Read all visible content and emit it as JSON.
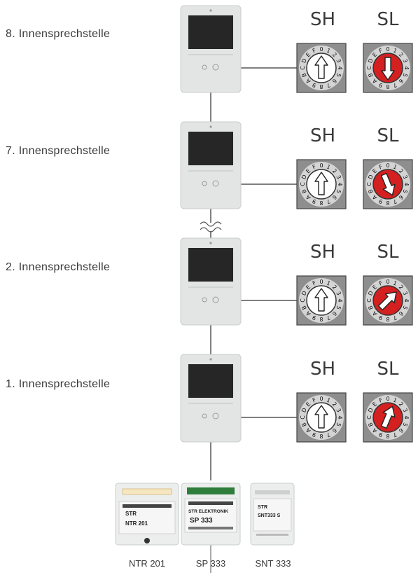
{
  "stations": [
    {
      "label": "8. Innensprechstelle",
      "sh": {
        "title": "SH",
        "position": "0"
      },
      "sl": {
        "title": "SL",
        "position": "8"
      }
    },
    {
      "label": "7. Innensprechstelle",
      "sh": {
        "title": "SH",
        "position": "0"
      },
      "sl": {
        "title": "SL",
        "position": "7"
      }
    },
    {
      "label": "2. Innensprechstelle",
      "sh": {
        "title": "SH",
        "position": "0"
      },
      "sl": {
        "title": "SL",
        "position": "2"
      }
    },
    {
      "label": "1. Innensprechstelle",
      "sh": {
        "title": "SH",
        "position": "0"
      },
      "sl": {
        "title": "SL",
        "position": "1"
      }
    }
  ],
  "dial_digits": [
    "0",
    "1",
    "2",
    "3",
    "4",
    "5",
    "6",
    "7",
    "8",
    "9",
    "A",
    "B",
    "C",
    "D",
    "E",
    "F"
  ],
  "devices": [
    {
      "label": "NTR 201",
      "print_title": "STR",
      "print_model": "NTR 201"
    },
    {
      "label": "SP 333",
      "print_title": "STR ELEKTRONIK",
      "print_model": "SP 333"
    },
    {
      "label": "SNT 333",
      "print_title": "STR",
      "print_model": "SNT333 S"
    }
  ],
  "colors": {
    "switch_plate": "#8e8e8e",
    "dial_sh": "#ffffff",
    "dial_sl": "#d42020",
    "panel": "#e2e5e4",
    "screen": "#262626",
    "wire": "#555555"
  }
}
